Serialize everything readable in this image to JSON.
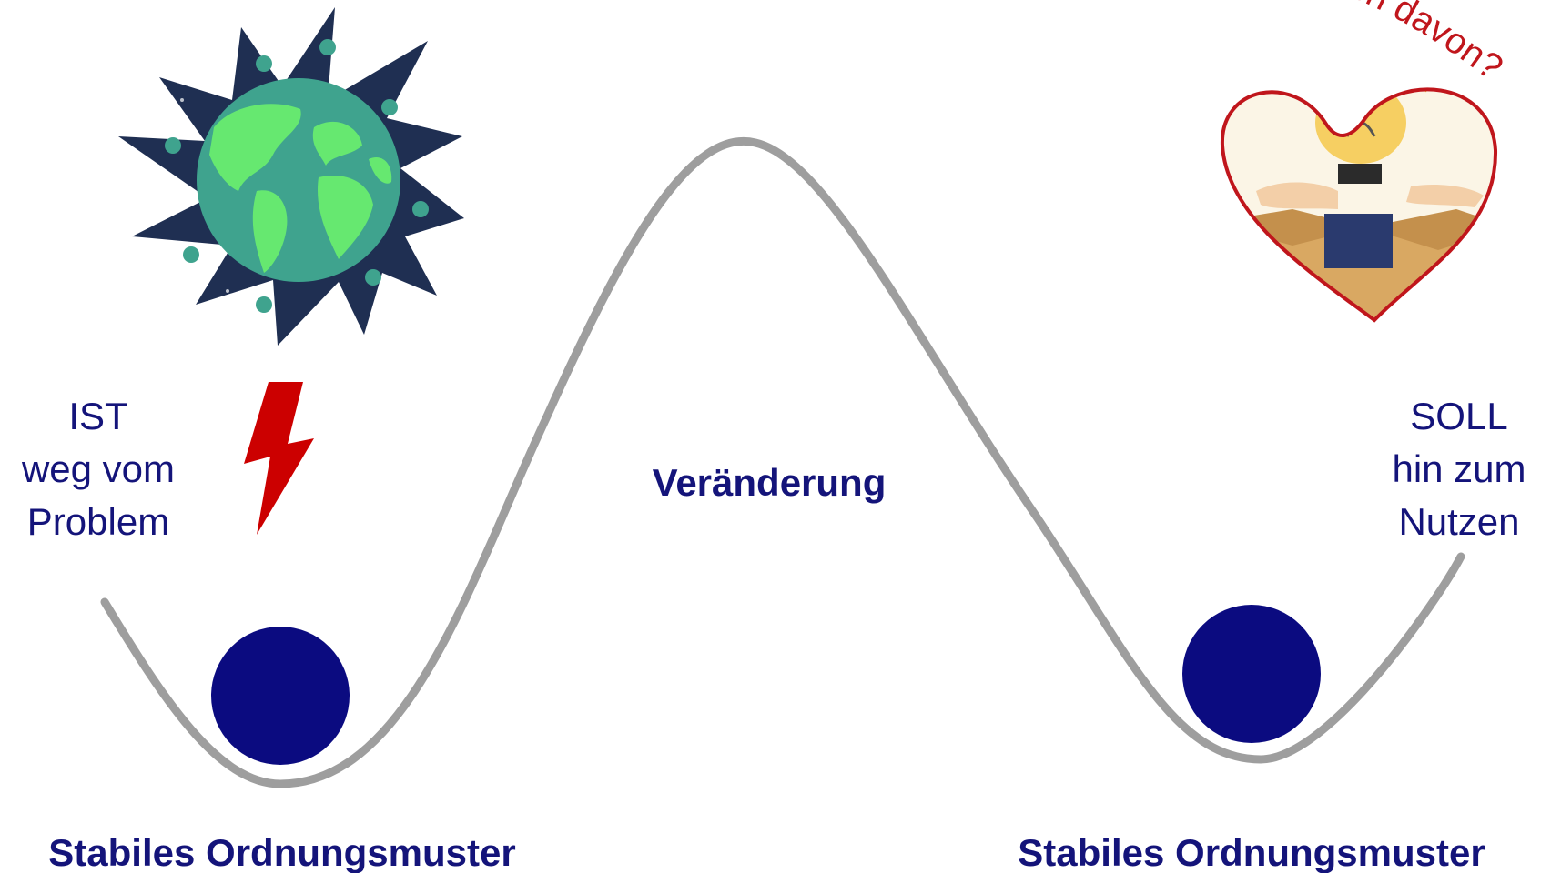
{
  "left_state": {
    "lines": [
      "IST",
      "weg vom",
      "Problem"
    ],
    "caption": "Stabiles Ordnungsmuster"
  },
  "right_state": {
    "lines": [
      "SOLL",
      "hin zum",
      "Nutzen"
    ],
    "caption": "Stabiles Ordnungsmuster"
  },
  "center_label": "Veränderung",
  "curved_text": "ch davon?",
  "colors": {
    "curve": "#9e9e9e",
    "ball": "#0b0b80",
    "text": "#14147a",
    "bolt": "#cc0000",
    "heart": "#c0161c"
  },
  "icons": {
    "left_image": "earth-virus-burst-icon",
    "bolt": "lightning-bolt-icon",
    "right_image": "heart-lightbulb-box-icon"
  }
}
